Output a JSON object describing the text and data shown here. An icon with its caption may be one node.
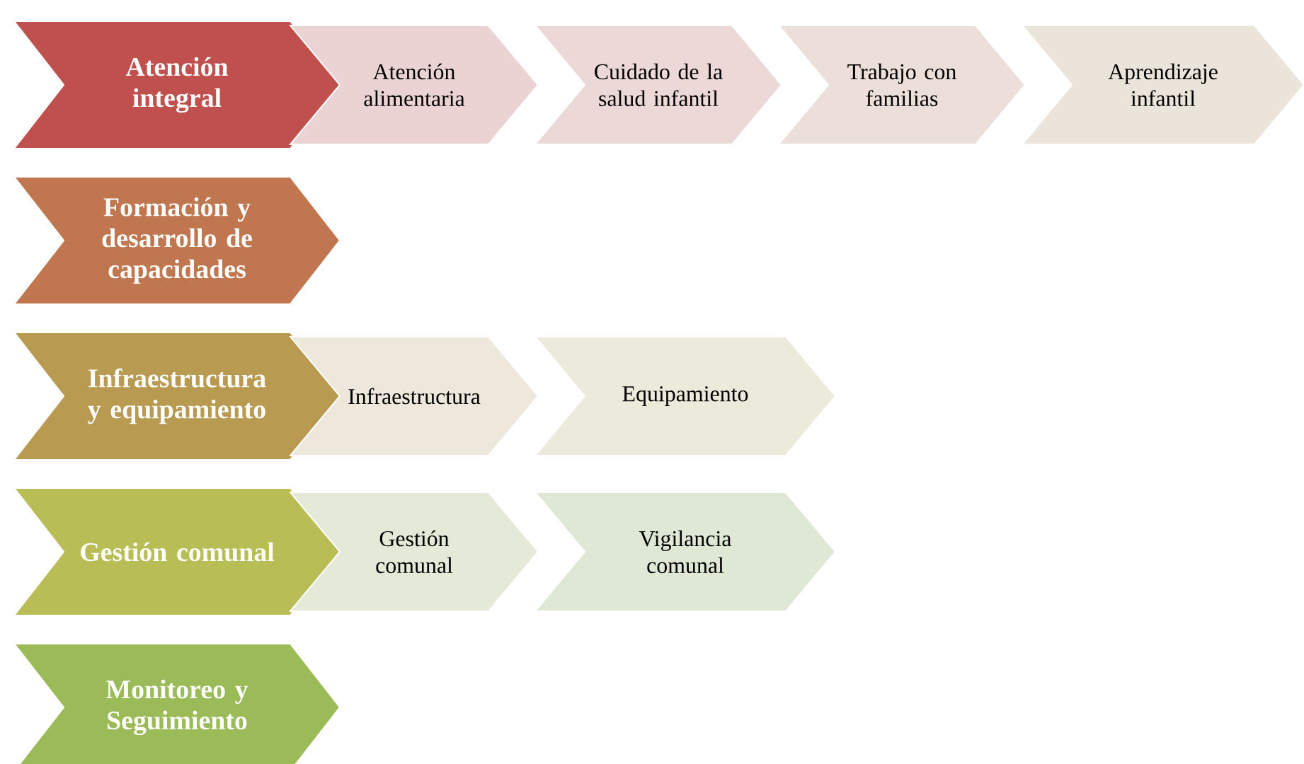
{
  "diagram": {
    "nodes": [
      {
        "text": [
          "Atención integral"
        ]
      },
      {
        "text": [
          "Atención alimentaria"
        ]
      },
      {
        "text": [
          "Cuidado de la salud infantil"
        ]
      },
      {
        "text": [
          "Trabajo con familias"
        ]
      },
      {
        "text": [
          "Aprendizaje infantil"
        ]
      },
      {
        "text": [
          "Formación y desarrollo de capacidades"
        ]
      },
      {
        "text": [
          "Infraestructura y equipamiento"
        ]
      },
      {
        "text": [
          "Infraestructura"
        ]
      },
      {
        "text": [
          "Equipamiento"
        ]
      },
      {
        "text": [
          "Gestión comunal"
        ]
      },
      {
        "text": [
          "Gestión comunal"
        ]
      },
      {
        "text": [
          "Vigilancia comunal"
        ]
      },
      {
        "text": [
          "Monitoreo y Seguimiento"
        ]
      }
    ]
  }
}
